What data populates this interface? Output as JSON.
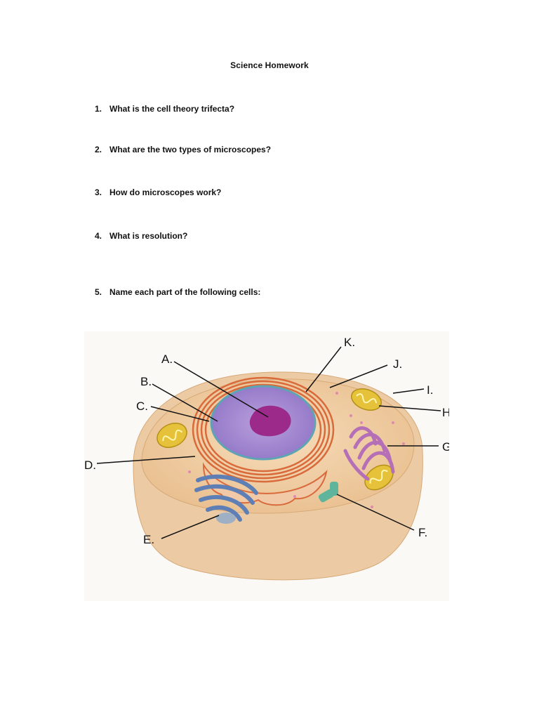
{
  "title": "Science Homework",
  "questions": [
    {
      "num": "1.",
      "text": "What is the cell theory trifecta?"
    },
    {
      "num": "2.",
      "text": "What are the two types of microscopes?"
    },
    {
      "num": "3.",
      "text": "How do microscopes work?"
    },
    {
      "num": "4.",
      "text": "What is resolution?"
    },
    {
      "num": "5.",
      "text": "Name each part of the following cells:"
    }
  ],
  "diagram": {
    "labels": {
      "A": "A.",
      "B": "B.",
      "C": "C.",
      "D": "D.",
      "E": "E.",
      "F": "F.",
      "G": "G.",
      "H": "H.",
      "I": "I.",
      "J": "J.",
      "K": "K."
    }
  }
}
